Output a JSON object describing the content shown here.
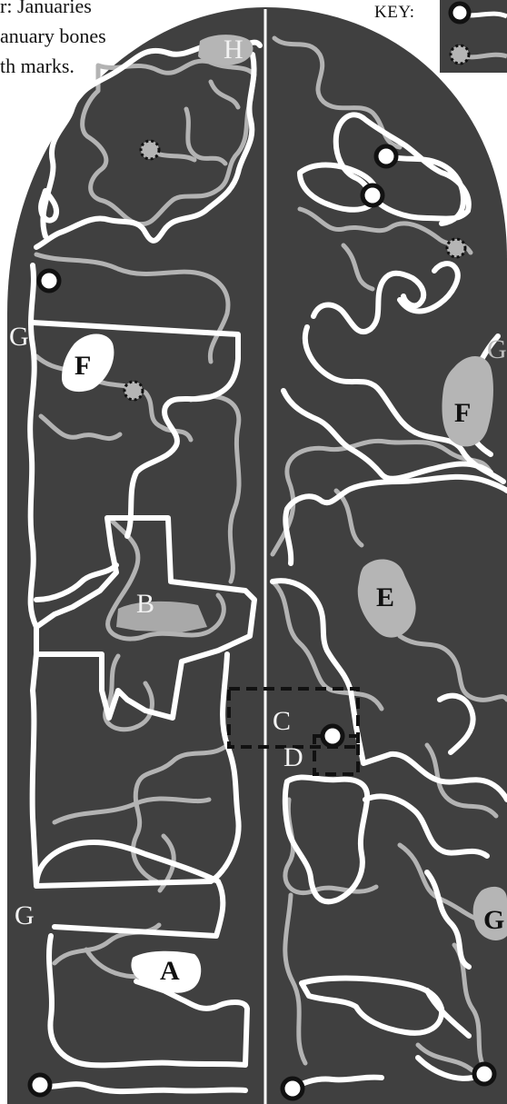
{
  "caption": {
    "line1": "r: Januaries",
    "line2": "anuary bones",
    "line3": "th marks."
  },
  "key": {
    "title": "KEY:"
  },
  "labels": {
    "h": "H",
    "f_left": "F",
    "f_right": "F",
    "g_left_upper": "G",
    "g_right_upper": "G",
    "g_left_lower": "G",
    "g_right_lower": "G",
    "b": "B",
    "e": "E",
    "c": "C",
    "d": "D",
    "a": "A"
  },
  "colors": {
    "board": "#404040",
    "white_trace": "#ffffff",
    "grey_trace": "#b3b3b3",
    "grey_fill": "#b5b5b5",
    "marker_fill": "#ffffff",
    "marker_ring": "#111111",
    "dashed": "#111111"
  }
}
